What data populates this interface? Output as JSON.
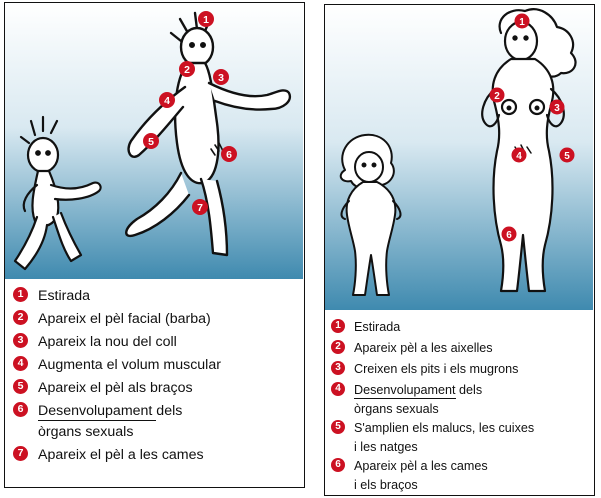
{
  "colors": {
    "marker": "#cc1122",
    "sky_top": "#ffffff",
    "sky_bottom": "#4a8fb0",
    "outline": "#111111"
  },
  "left_panel": {
    "markers": [
      "1",
      "2",
      "3",
      "4",
      "5",
      "6",
      "7"
    ],
    "legend": [
      {
        "num": "1",
        "text": "Estirada"
      },
      {
        "num": "2",
        "text": "Apareix el pèl facial (barba)"
      },
      {
        "num": "3",
        "text": "Apareix la nou del coll"
      },
      {
        "num": "4",
        "text": "Augmenta el volum muscular"
      },
      {
        "num": "5",
        "text": "Apareix el pèl als braços"
      },
      {
        "num": "6",
        "text": "Desenvolupament dels\nòrgans sexuals"
      },
      {
        "num": "7",
        "text": "Apareix el pèl a les cames"
      }
    ]
  },
  "right_panel": {
    "markers": [
      "1",
      "2",
      "3",
      "4",
      "5",
      "6"
    ],
    "legend": [
      {
        "num": "1",
        "text": "Estirada"
      },
      {
        "num": "2",
        "text": "Apareix pèl a les aixelles"
      },
      {
        "num": "3",
        "text": "Creixen els pits i els mugrons"
      },
      {
        "num": "4",
        "text": "Desenvolupament dels\nòrgans sexuals"
      },
      {
        "num": "5",
        "text": "S'amplien els malucs, les cuixes\ni les natges"
      },
      {
        "num": "6",
        "text": "Apareix pèl a les cames\ni els braços"
      }
    ]
  }
}
